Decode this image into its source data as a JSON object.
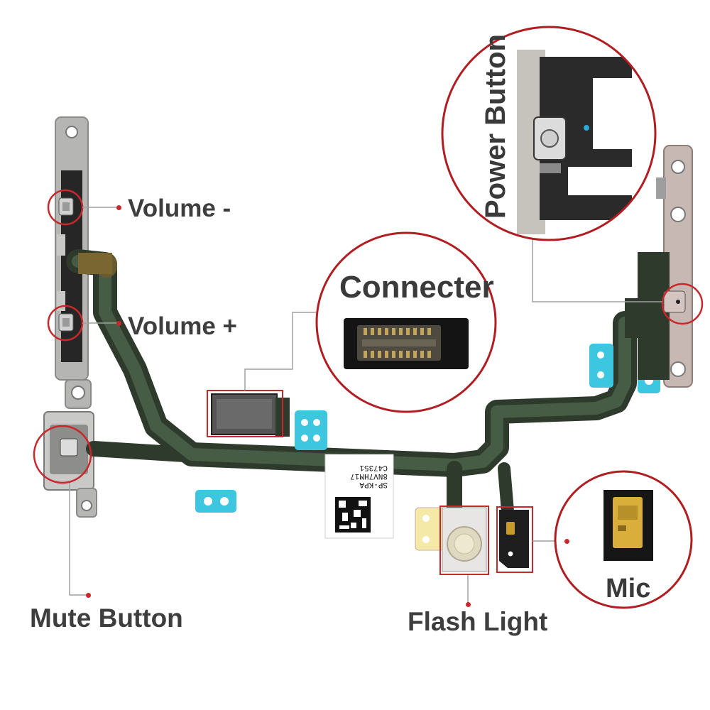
{
  "labels": {
    "volume_minus": "Volume -",
    "volume_plus": "Volume +",
    "connecter": "Connecter",
    "power_button": "Power Button",
    "mute_button": "Mute Button",
    "flash_light": "Flash Light",
    "mic": "Mic"
  },
  "sticker": {
    "line1": "SP-KPA",
    "line2": "8NV7HM17",
    "line3": "C47351"
  },
  "colors": {
    "highlight_red": "#c8282c",
    "callout_border": "#b01e22",
    "flex_cable": "#2d3a2c",
    "label_text": "#3e3e3e",
    "adhesive_blue": "#3dc6e0"
  }
}
